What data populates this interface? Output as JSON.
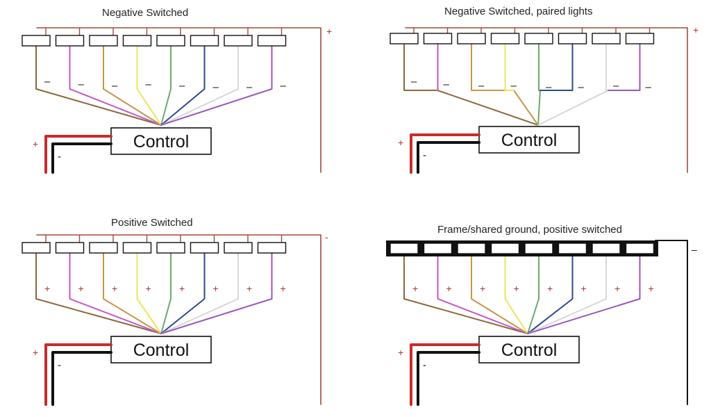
{
  "colors": {
    "brown": "#8a6a3a",
    "magenta": "#c455c8",
    "tan": "#c7964a",
    "yellow": "#ece45a",
    "green": "#6aaa6a",
    "navy": "#2b4a8a",
    "silver": "#d6d6d6",
    "purple": "#9a55b8",
    "feed_positive": "#cc2a2a",
    "feed_negative": "#111111",
    "common_bus": "#a04a3a",
    "ground_bus": "#111111",
    "sign_red": "#b03030"
  },
  "panels": [
    {
      "title": "Negative Switched",
      "control_label": "Control",
      "wire_sign": "–",
      "bus_sign": "+",
      "feed_pos_label": "+",
      "feed_neg_label": "-"
    },
    {
      "title": "Negative Switched, paired lights",
      "control_label": "Control",
      "wire_sign": "–",
      "bus_sign": "+",
      "feed_pos_label": "+",
      "feed_neg_label": "-"
    },
    {
      "title": "Positive Switched",
      "control_label": "Control",
      "wire_sign": "+",
      "bus_sign": "-",
      "feed_pos_label": "+",
      "feed_neg_label": "-"
    },
    {
      "title": "Frame/shared ground, positive switched",
      "control_label": "Control",
      "wire_sign": "+",
      "bus_sign": "–",
      "feed_pos_label": "+",
      "feed_neg_label": "-"
    }
  ]
}
